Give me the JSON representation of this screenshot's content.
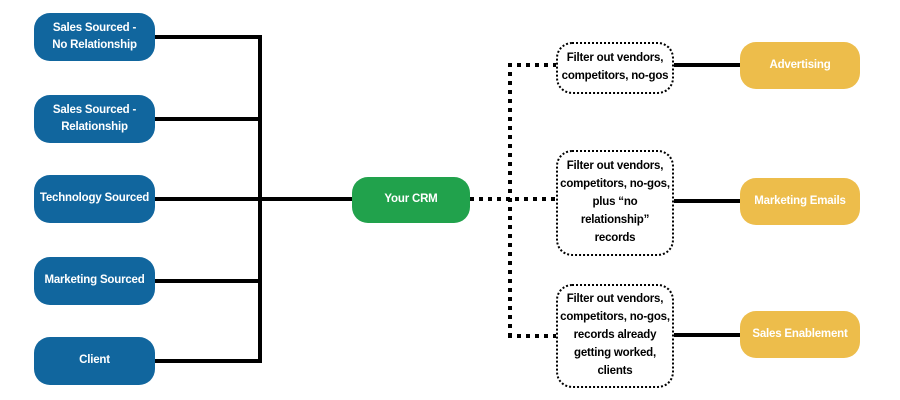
{
  "palette": {
    "blue": "#11669E",
    "green": "#21A24C",
    "yellow": "#EDBD4B",
    "line": "#000000"
  },
  "sources": [
    {
      "label": "Sales Sourced -\nNo Relationship"
    },
    {
      "label": "Sales Sourced -\nRelationship"
    },
    {
      "label": "Technology Sourced"
    },
    {
      "label": "Marketing Sourced"
    },
    {
      "label": "Client"
    }
  ],
  "hub": {
    "label": "Your CRM"
  },
  "filters": [
    {
      "label": "Filter out vendors,\ncompetitors, no-gos"
    },
    {
      "label": "Filter out vendors,\ncompetitors, no-gos,\nplus “no\nrelationship”\nrecords"
    },
    {
      "label": "Filter out vendors,\ncompetitors, no-gos,\nrecords already\ngetting worked,\nclients"
    }
  ],
  "outputs": [
    {
      "label": "Advertising"
    },
    {
      "label": "Marketing Emails"
    },
    {
      "label": "Sales Enablement"
    }
  ]
}
